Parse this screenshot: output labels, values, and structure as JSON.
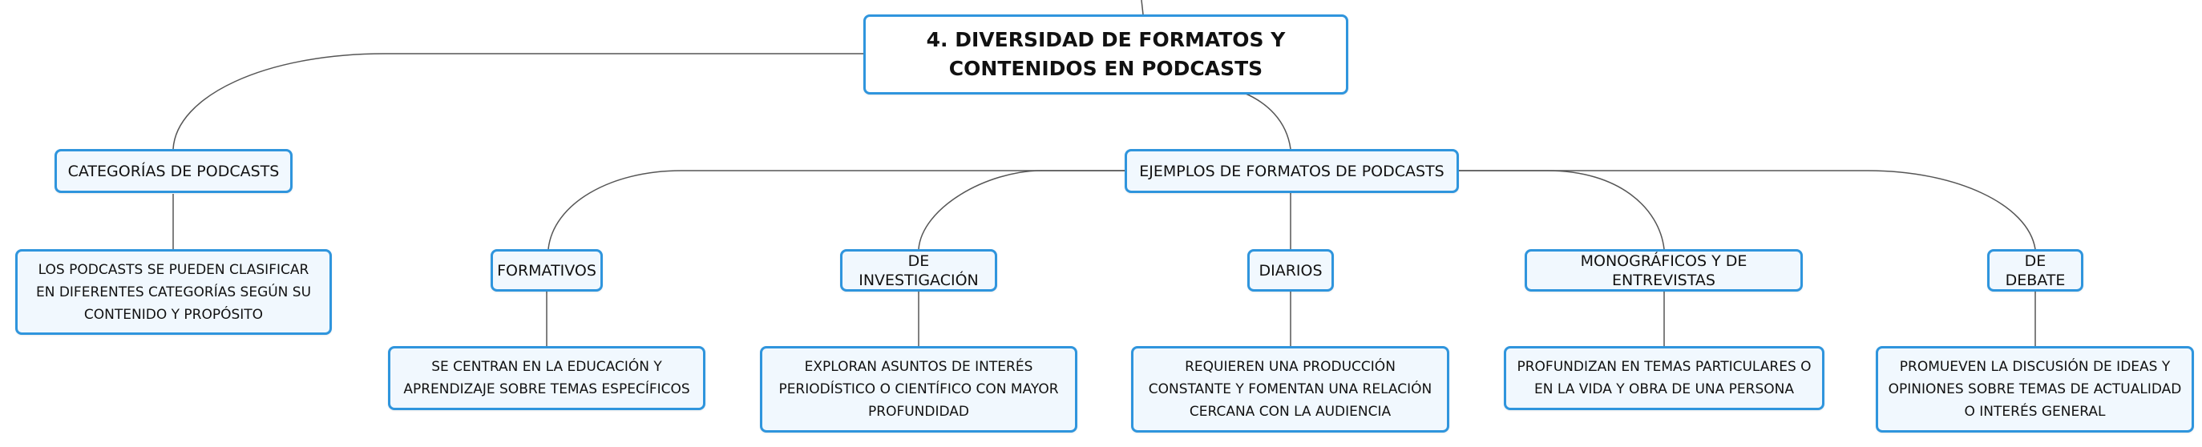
{
  "diagram": {
    "root": "4. DIVERSIDAD DE FORMATOS Y CONTENIDOS EN PODCASTS",
    "categories": {
      "label": "CATEGORÍAS DE PODCASTS",
      "detail": "LOS PODCASTS SE PUEDEN CLASIFICAR EN DIFERENTES CATEGORÍAS SEGÚN SU CONTENIDO Y PROPÓSITO"
    },
    "examples": {
      "label": "EJEMPLOS DE FORMATOS DE PODCASTS",
      "formats": [
        {
          "label": "FORMATIVOS",
          "detail": "SE CENTRAN EN LA EDUCACIÓN Y APRENDIZAJE SOBRE TEMAS ESPECÍFICOS"
        },
        {
          "label": "DE INVESTIGACIÓN",
          "detail": "EXPLORAN ASUNTOS DE INTERÉS PERIODÍSTICO O CIENTÍFICO CON MAYOR PROFUNDIDAD"
        },
        {
          "label": "DIARIOS",
          "detail": "REQUIEREN UNA PRODUCCIÓN CONSTANTE Y FOMENTAN UNA RELACIÓN CERCANA CON LA AUDIENCIA"
        },
        {
          "label": "MONOGRÁFICOS Y DE ENTREVISTAS",
          "detail": "PROFUNDIZAN EN TEMAS PARTICULARES O EN LA VIDA Y OBRA DE UNA PERSONA"
        },
        {
          "label": "DE DEBATE",
          "detail": "PROMUEVEN LA DISCUSIÓN DE IDEAS Y OPINIONES SOBRE TEMAS DE ACTUALIDAD O INTERÉS GENERAL"
        }
      ]
    },
    "colors": {
      "node_border": "#2f95dd",
      "node_fill": "#f1f8fe",
      "connector": "#555555"
    }
  }
}
